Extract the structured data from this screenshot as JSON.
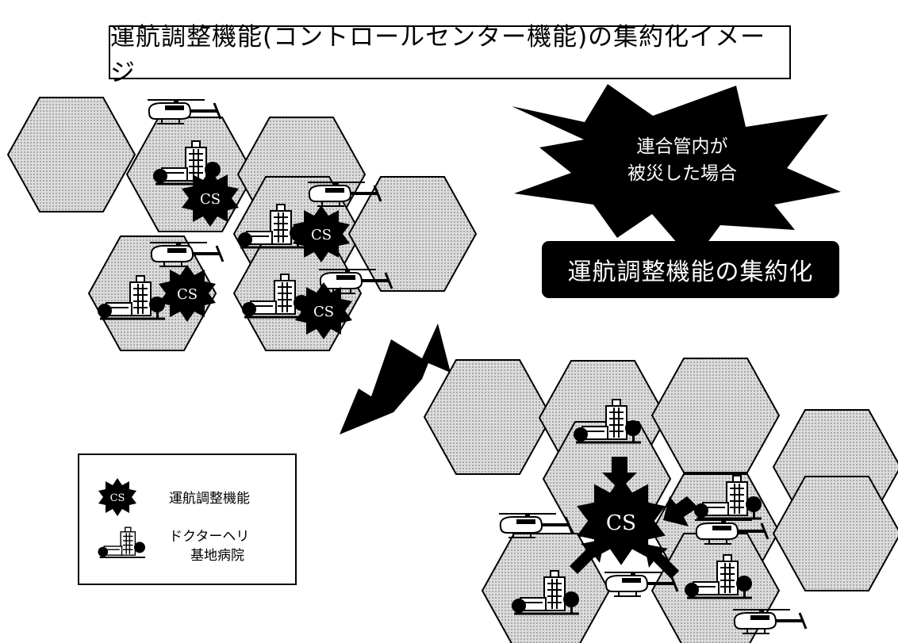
{
  "title": "運航調整機能(コントロールセンター機能)の集約化イメージ",
  "disaster_label": {
    "line1": "連合管内が",
    "line2": "被災した場合"
  },
  "banner": "運航調整機能の集約化",
  "cs_text": "CS",
  "legend": {
    "cs_label": "運航調整機能",
    "hospital_line1": "ドクターヘリ",
    "hospital_line2": "基地病院"
  },
  "colors": {
    "hex_fill": "#d0d0d0",
    "outline": "#000000",
    "badge": "#000000",
    "badge_text": "#ffffff"
  }
}
